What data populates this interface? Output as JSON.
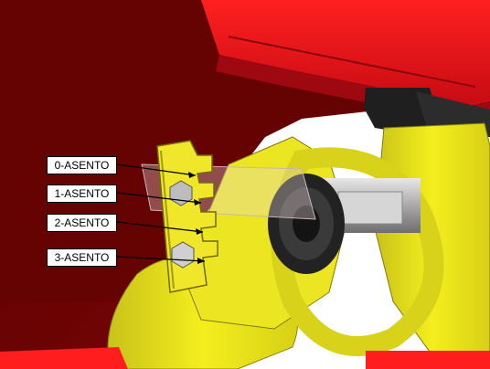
{
  "figure": {
    "subject": "seat-adjustment-bracket-assembly",
    "colors": {
      "body_red": "#e8101a",
      "dark_red": "#6a0000",
      "yellow": "#f2ec16",
      "bracket_yellow": "#f0e62a",
      "grey_metal": "#c9c9c9",
      "black": "#1b1b1b"
    }
  },
  "callouts": [
    {
      "label": "0-ASENTO"
    },
    {
      "label": "1-ASENTO"
    },
    {
      "label": "2-ASENTO"
    },
    {
      "label": "3-ASENTO"
    }
  ]
}
